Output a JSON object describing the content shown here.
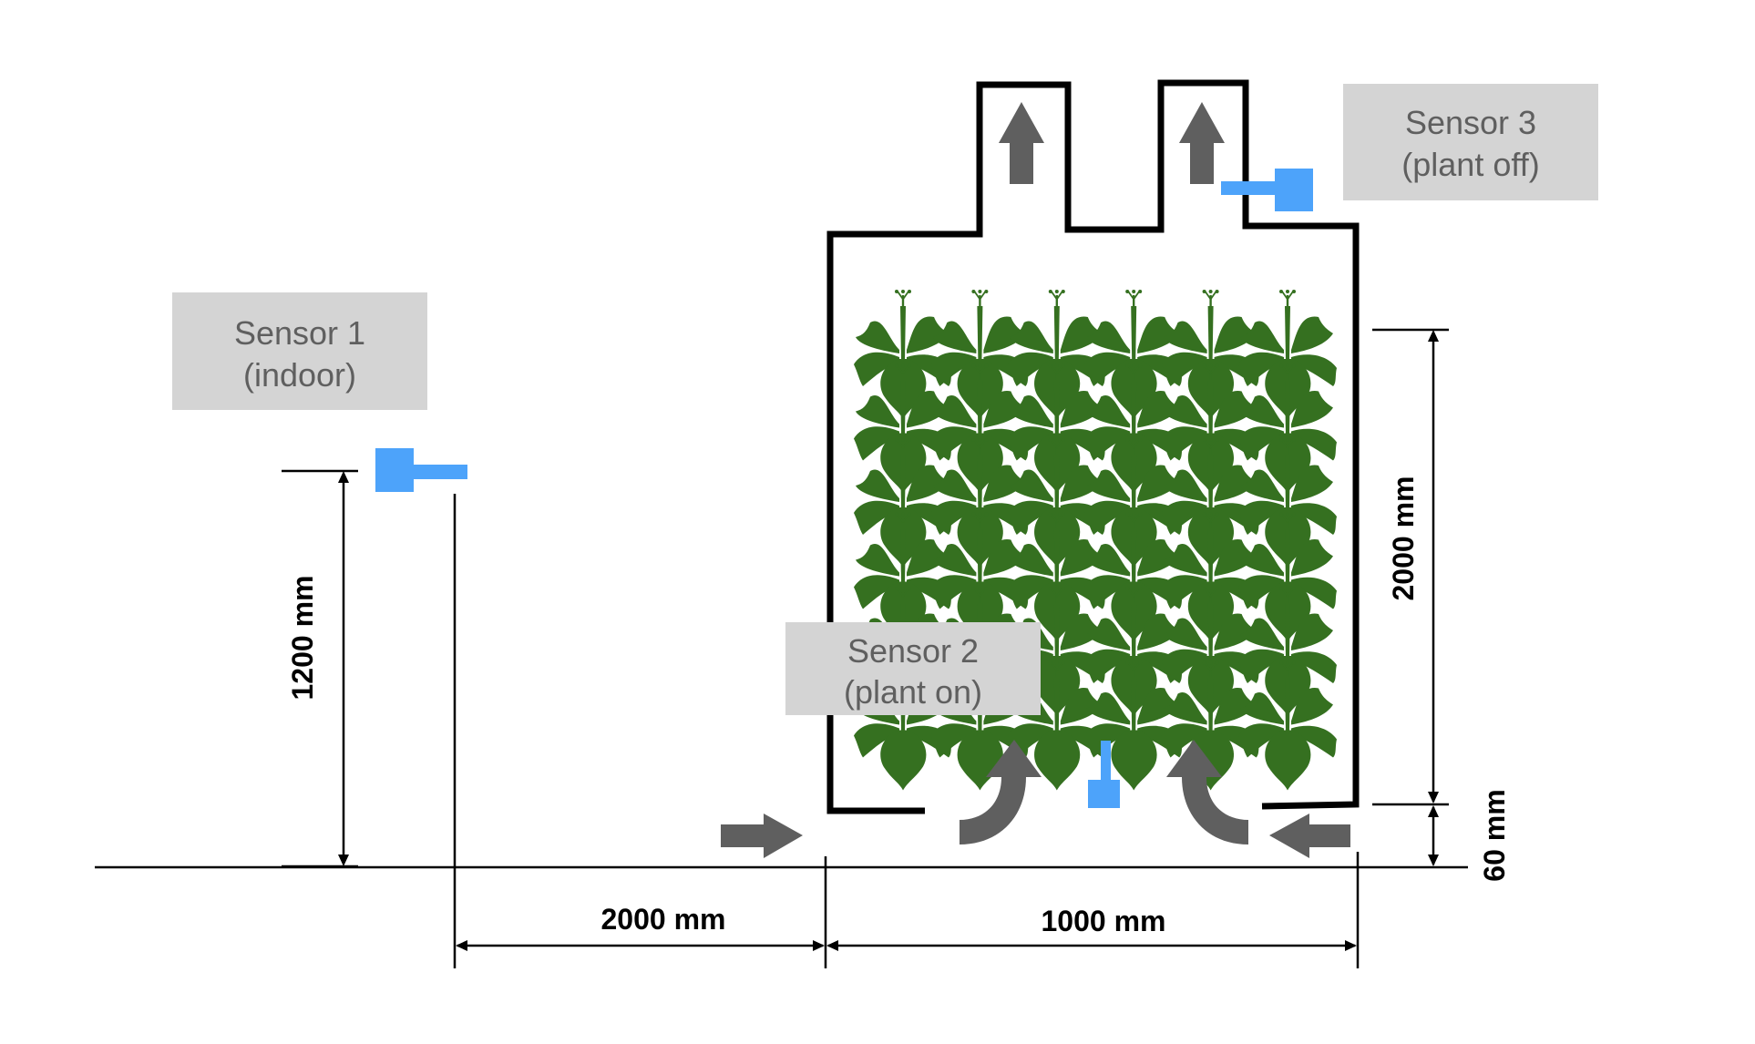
{
  "title": "Green wall test enclosure with sensor placement",
  "colors": {
    "plant": "#357020",
    "sensor": "#4da3fa",
    "airflow_arrow": "#5f5f5f",
    "label_box": "#d4d4d4",
    "label_text": "#5f5f5f",
    "outline": "#000000"
  },
  "sensors": [
    {
      "id": 1,
      "line1": "Sensor 1",
      "line2": "(indoor)"
    },
    {
      "id": 2,
      "line1": "Sensor 2",
      "line2": "(plant on)"
    },
    {
      "id": 3,
      "line1": "Sensor 3",
      "line2": "(plant off)"
    }
  ],
  "dimensions": {
    "sensor1_height": "1200 mm",
    "sensor1_offset": "2000 mm",
    "enclosure_width": "1000 mm",
    "plant_wall_height": "2000 mm",
    "bottom_gap": "60 mm"
  },
  "plants": {
    "rows": 6,
    "columns": 6
  },
  "airflow": {
    "inlets": [
      "left-side-inlet",
      "right-side-inlet"
    ],
    "internal": [
      "left-rising-curve",
      "right-rising-curve"
    ],
    "outlets": [
      "left-chimney-up",
      "right-chimney-up"
    ]
  }
}
